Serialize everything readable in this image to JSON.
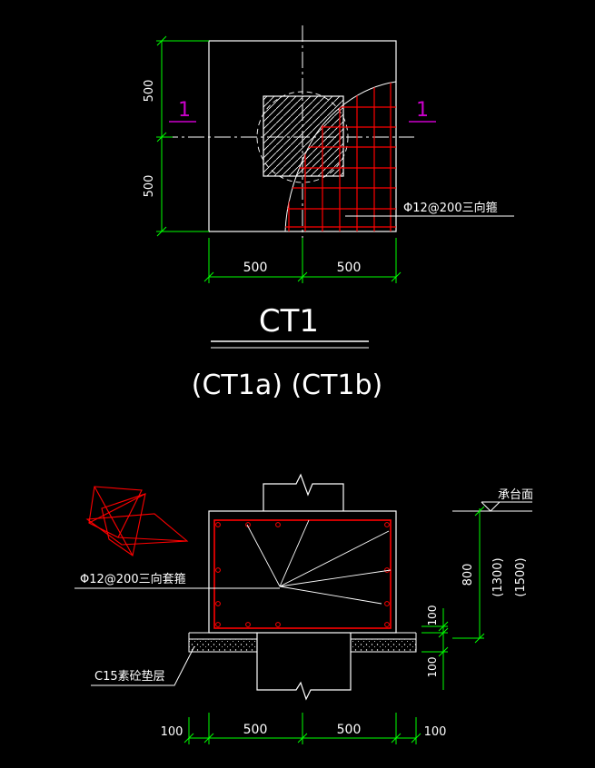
{
  "plan": {
    "dim_vertical_top": "500",
    "dim_vertical_bottom": "500",
    "dim_horizontal_left": "500",
    "dim_horizontal_right": "500",
    "section_mark_left": "1",
    "section_mark_right": "1",
    "rebar_label": "Φ12@200三向箍"
  },
  "title": {
    "main": "CT1",
    "sub": "(CT1a) (CT1b)"
  },
  "section": {
    "top_label": "承台面",
    "stirrup_label": "Φ12@200三向套箍",
    "cushion_label": "C15素砼垫层",
    "dim_height": "800",
    "dim_height_alt1": "(1300)",
    "dim_height_alt2": "(1500)",
    "dim_cover": "100",
    "dim_cushion": "100",
    "dim_bottom_left_edge": "100",
    "dim_bottom_left": "500",
    "dim_bottom_right": "500",
    "dim_bottom_right_edge": "100"
  },
  "colors": {
    "background": "#000000",
    "outline": "#ffffff",
    "dimension": "#00ff00",
    "rebar": "#ff0000",
    "section_mark": "#cc00cc",
    "text": "#ffffff"
  }
}
